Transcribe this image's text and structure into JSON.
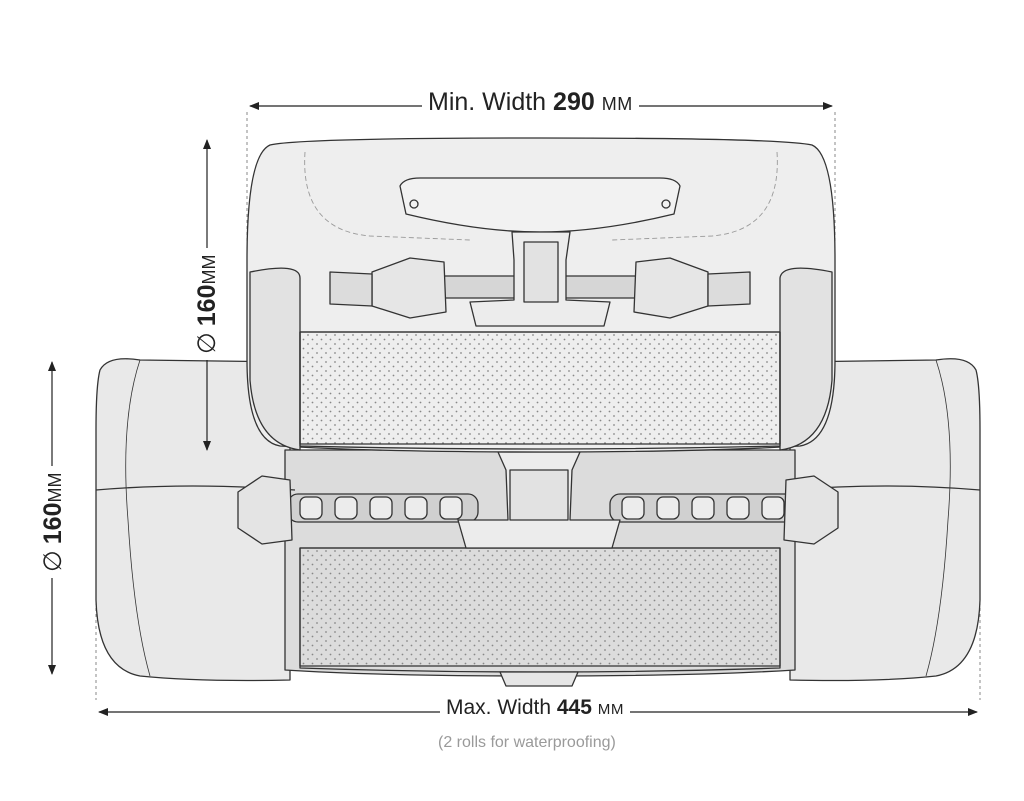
{
  "dimensions": {
    "min_width": {
      "prefix": "Min. Width",
      "value": "290",
      "unit": "MM"
    },
    "max_width": {
      "prefix": "Max. Width",
      "value": "445",
      "unit": "MM"
    },
    "diameter_upper": {
      "symbol": "∅",
      "value": "160",
      "unit": "MM"
    },
    "diameter_lower": {
      "symbol": "∅",
      "value": "160",
      "unit": "MM"
    },
    "note": "(2 rolls for waterproofing)"
  },
  "colors": {
    "line": "#333333",
    "bag_fill": "#e9e9e9",
    "panel_fill": "#dadada",
    "dim_text": "#222222",
    "note_text": "#9a9a9a"
  }
}
